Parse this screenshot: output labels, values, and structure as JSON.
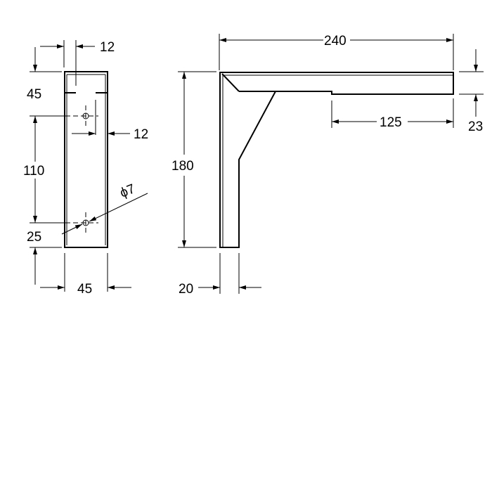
{
  "front_view": {
    "dims": {
      "slot_top": "12",
      "top_offset": "45",
      "hole_spacing": "110",
      "bottom_offset": "25",
      "hole_side": "12",
      "hole_diameter": "ϕ7",
      "width": "45"
    }
  },
  "side_view": {
    "dims": {
      "length": "240",
      "height": "180",
      "plate_length": "125",
      "plate_thickness": "23",
      "leg_thickness": "20"
    }
  }
}
